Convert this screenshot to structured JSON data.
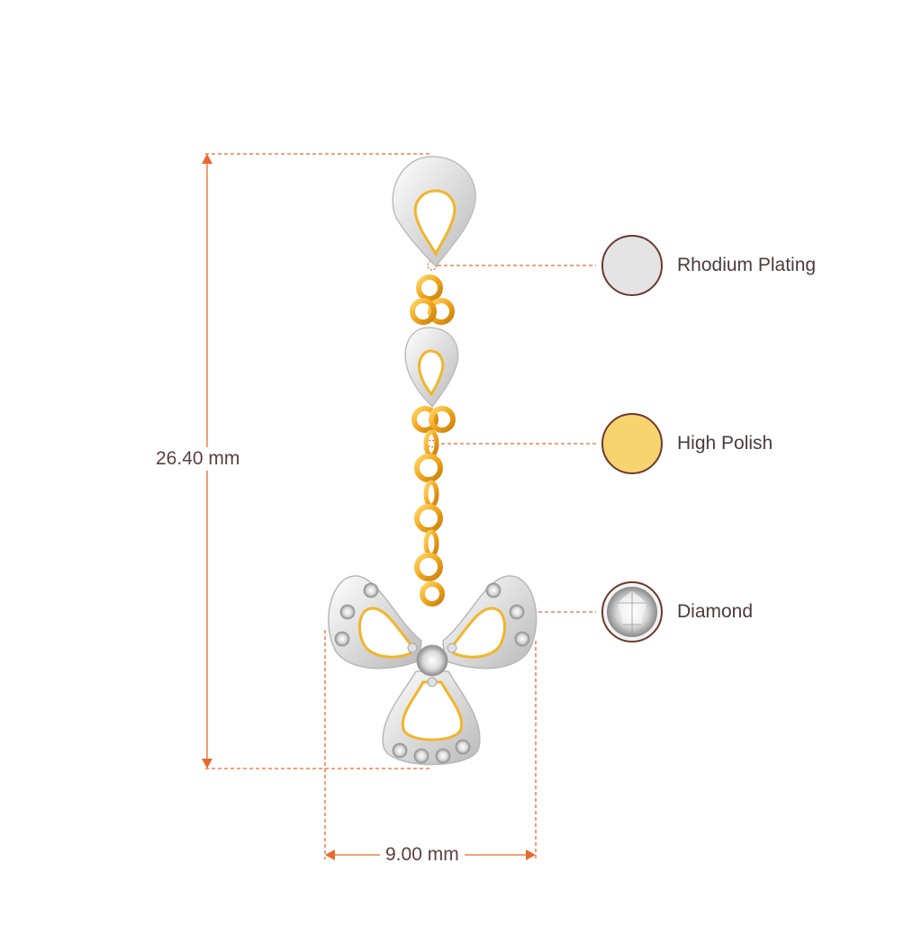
{
  "dimensions": {
    "height": "26.40 mm",
    "width": "9.00 mm"
  },
  "legend": [
    {
      "label": "Rhodium Plating",
      "swatch": "#e4e4e4"
    },
    {
      "label": "High Polish",
      "swatch": "#f8d46e"
    },
    {
      "label": "Diamond",
      "swatch": "#eaeaea"
    }
  ],
  "colors": {
    "dimension_line": "#e8692f",
    "swatch_border": "#6b3a2e",
    "label_text": "#4d3a3a",
    "gold": "#f2b42c",
    "rhodium": "#e9e9e9"
  }
}
